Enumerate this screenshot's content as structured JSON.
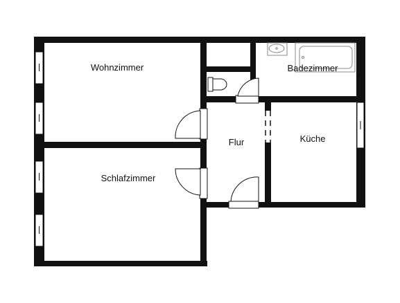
{
  "colors": {
    "wall": "#111111",
    "background": "#ffffff",
    "fixture": "#888888"
  },
  "rooms": {
    "living": {
      "label": "Wohnzimmer"
    },
    "bedroom": {
      "label": "Schlafzimmer"
    },
    "hallway": {
      "label": "Flur"
    },
    "kitchen": {
      "label": "Küche"
    },
    "bathroom": {
      "label": "Badezimmer"
    }
  },
  "icons": [
    "door-swing-icon",
    "window-icon",
    "toilet-icon",
    "sink-icon",
    "bathtub-icon"
  ]
}
